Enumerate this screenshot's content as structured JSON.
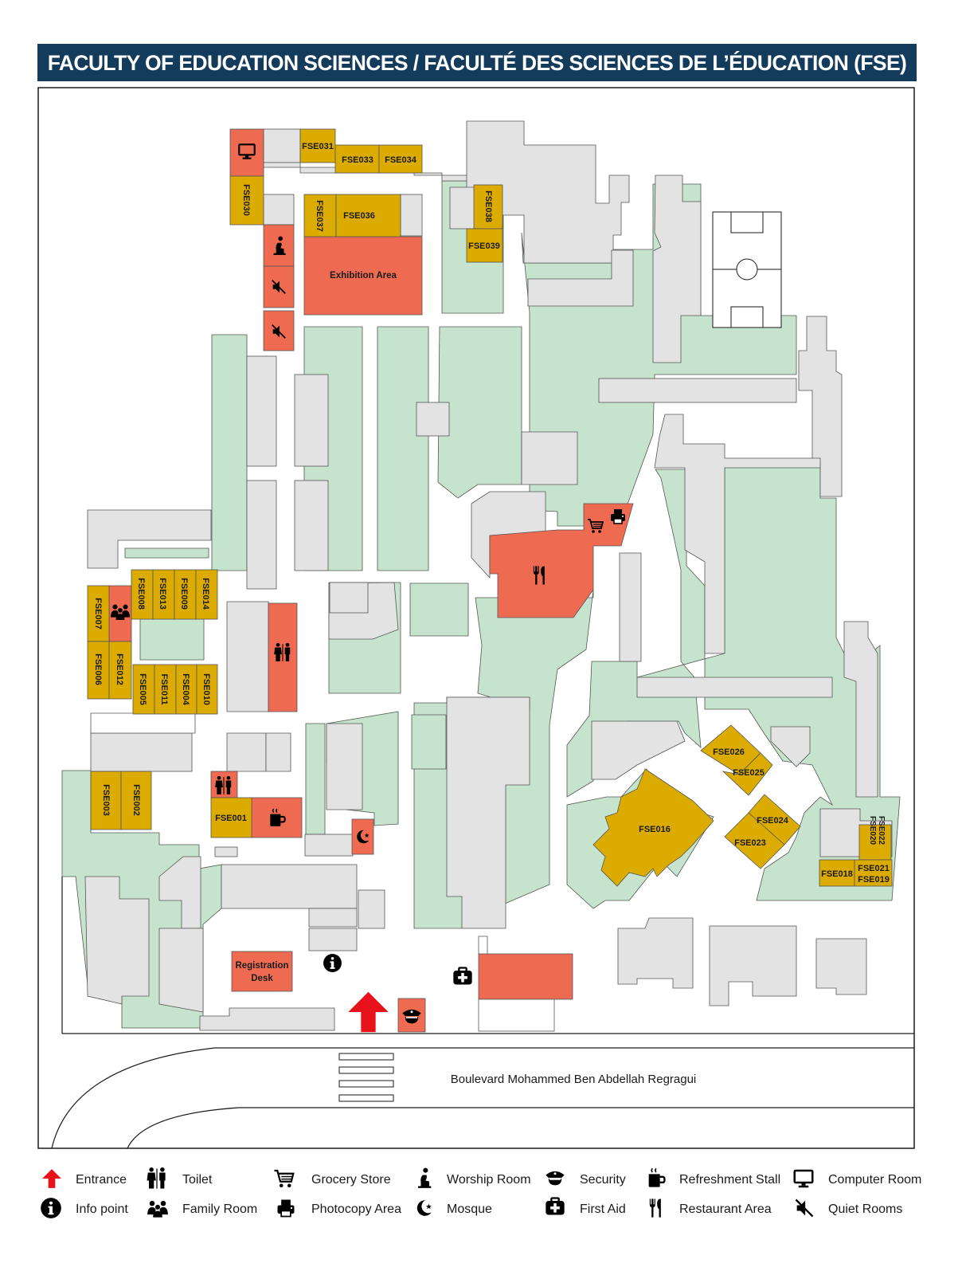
{
  "title": "FACULTY OF EDUCATION SCIENCES / FACULTÉ DES SCIENCES DE L’ÉDUCATION (FSE)",
  "street": "Boulevard Mohammed Ben Abdellah Regragui",
  "colors": {
    "header": "#133b5c",
    "room": "#dcab00",
    "facility": "#ee6b52",
    "garden": "#c6e3cd",
    "building": "#e3e3e3",
    "entrance": "#e8121b"
  },
  "rooms": [
    {
      "id": "FSE031",
      "label": "FSE031"
    },
    {
      "id": "FSE033",
      "label": "FSE033"
    },
    {
      "id": "FSE034",
      "label": "FSE034"
    },
    {
      "id": "FSE030",
      "label": "FSE030"
    },
    {
      "id": "FSE037",
      "label": "FSE037"
    },
    {
      "id": "FSE036",
      "label": "FSE036"
    },
    {
      "id": "FSE038",
      "label": "FSE038"
    },
    {
      "id": "FSE039",
      "label": "FSE039"
    },
    {
      "id": "FSE008",
      "label": "FSE008"
    },
    {
      "id": "FSE013",
      "label": "FSE013"
    },
    {
      "id": "FSE009",
      "label": "FSE009"
    },
    {
      "id": "FSE014",
      "label": "FSE014"
    },
    {
      "id": "FSE007",
      "label": "FSE007"
    },
    {
      "id": "FSE006",
      "label": "FSE006"
    },
    {
      "id": "FSE012",
      "label": "FSE012"
    },
    {
      "id": "FSE005",
      "label": "FSE005"
    },
    {
      "id": "FSE011",
      "label": "FSE011"
    },
    {
      "id": "FSE004",
      "label": "FSE004"
    },
    {
      "id": "FSE010",
      "label": "FSE010"
    },
    {
      "id": "FSE003",
      "label": "FSE003"
    },
    {
      "id": "FSE002",
      "label": "FSE002"
    },
    {
      "id": "FSE001",
      "label": "FSE001"
    },
    {
      "id": "FSE026",
      "label": "FSE026"
    },
    {
      "id": "FSE025",
      "label": "FSE025"
    },
    {
      "id": "FSE016",
      "label": "FSE016"
    },
    {
      "id": "FSE024",
      "label": "FSE024"
    },
    {
      "id": "FSE023",
      "label": "FSE023"
    },
    {
      "id": "FSE022",
      "label": "FSE022"
    },
    {
      "id": "FSE020",
      "label": "FSE020"
    },
    {
      "id": "FSE018",
      "label": "FSE018"
    },
    {
      "id": "FSE021",
      "label": "FSE021"
    },
    {
      "id": "FSE019",
      "label": "FSE019"
    }
  ],
  "areas": {
    "exhibition": "Exhibition Area",
    "registration_line1": "Registration",
    "registration_line2": "Desk"
  },
  "legend": [
    {
      "icon": "entrance",
      "label": "Entrance"
    },
    {
      "icon": "info",
      "label": "Info point"
    },
    {
      "icon": "toilet",
      "label": "Toilet"
    },
    {
      "icon": "family",
      "label": "Family Room"
    },
    {
      "icon": "grocery",
      "label": "Grocery Store"
    },
    {
      "icon": "photocopy",
      "label": "Photocopy Area"
    },
    {
      "icon": "worship",
      "label": "Worship Room"
    },
    {
      "icon": "mosque",
      "label": "Mosque"
    },
    {
      "icon": "security",
      "label": "Security"
    },
    {
      "icon": "first-aid",
      "label": "First Aid"
    },
    {
      "icon": "refreshment",
      "label": "Refreshment Stall"
    },
    {
      "icon": "restaurant",
      "label": "Restaurant Area"
    },
    {
      "icon": "computer",
      "label": "Computer Room"
    },
    {
      "icon": "quiet",
      "label": "Quiet Rooms"
    }
  ]
}
